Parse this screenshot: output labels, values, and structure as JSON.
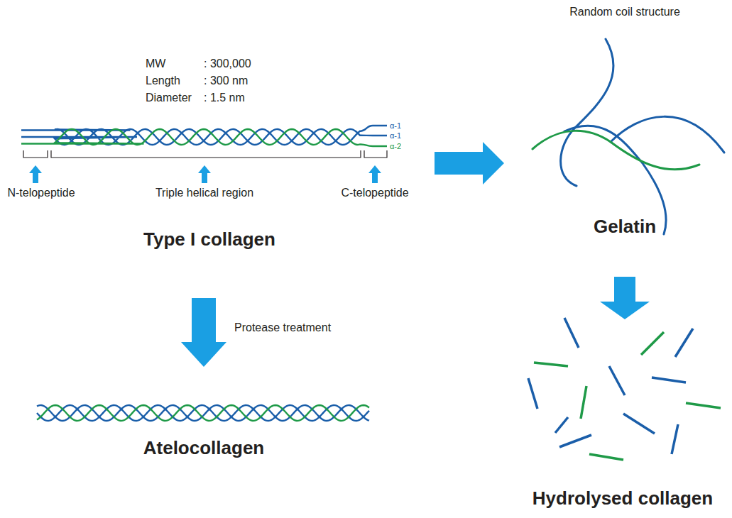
{
  "diagram": {
    "nodes": [
      {
        "text": [
          "Type I collagen"
        ]
      },
      {
        "text": [
          "Random coil structure",
          "Gelatin"
        ]
      },
      {
        "text": [
          "Atelocollagen"
        ]
      },
      {
        "text": [
          "Hydrolysed collagen"
        ]
      }
    ],
    "edges": [
      {
        "from": 0,
        "to": 1,
        "arrow": "to"
      },
      {
        "from": 0,
        "to": 2,
        "label": "Protease treatment",
        "arrow": "to"
      },
      {
        "from": 1,
        "to": 3,
        "arrow": "to"
      }
    ],
    "labels": [
      "MW",
      ": 300,000",
      "Length",
      ": 300 nm",
      "Diameter",
      ": 1.5 nm",
      "α-1",
      "α-1",
      "α-2",
      "N-telopeptide",
      "Triple helical region",
      "C-telopeptide"
    ]
  }
}
